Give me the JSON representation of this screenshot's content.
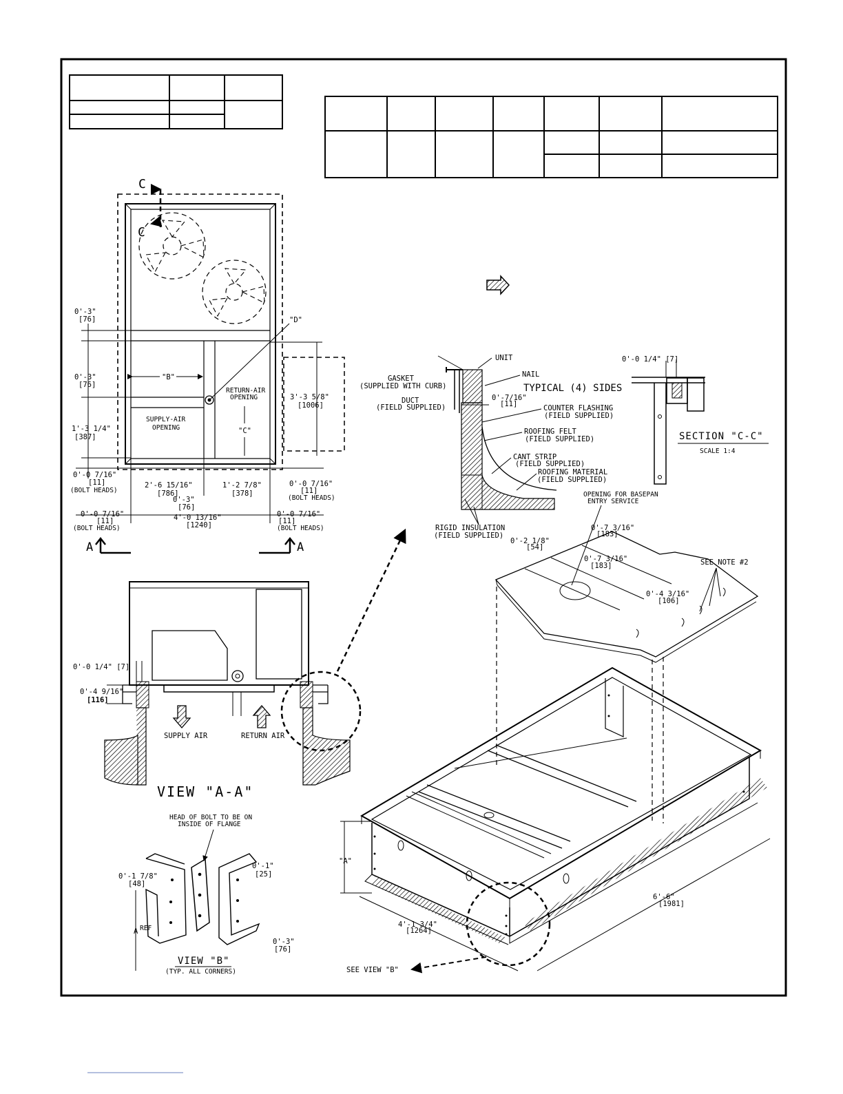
{
  "plan": {
    "section_marker": "C",
    "dim_0_3_top": "0'-3\"",
    "dim_0_3_top_mm": "[76]",
    "dim_0_3_mid": "0'-3\"",
    "dim_0_3_mid_mm": "[76]",
    "dim_1_3_1_4": "1'-3 1/4\"",
    "dim_1_3_1_4_mm": "[387]",
    "label_B": "\"B\"",
    "label_C": "\"C\"",
    "label_D": "\"D\"",
    "return_air_1": "RETURN-AIR",
    "return_air_2": "OPENING",
    "supply_air_1": "SUPPLY-AIR",
    "supply_air_2": "OPENING",
    "dim_3_3_5_8": "3'-3 5/8\"",
    "dim_3_3_5_8_mm": "[1006]",
    "bolt_left_1": "0'-0 7/16\"",
    "bolt_left_1_mm": "[11]",
    "bolt_left_1_note": "(BOLT HEADS)",
    "dim_2_6": "2'-6 15/16\"",
    "dim_2_6_mm": "[786]",
    "dim_1_2_7_8": "1'-2 7/8\"",
    "dim_1_2_7_8_mm": "[378]",
    "bolt_right_1": "0'-0 7/16\"",
    "bolt_right_1_mm": "[11]",
    "bolt_right_1_note": "(BOLT HEADS)",
    "dim_0_3_bottom": "0'-3\"",
    "dim_0_3_bottom_mm": "[76]",
    "bolt_left_2": "0'-0 7/16\"",
    "bolt_left_2_mm": "[11]",
    "bolt_left_2_note": "(BOLT HEADS)",
    "dim_4_0": "4'-0 13/16\"",
    "dim_4_0_mm": "[1240]",
    "bolt_right_2": "0'-0 7/16\"",
    "bolt_right_2_mm": "[11]",
    "bolt_right_2_note": "(BOLT HEADS)",
    "view_marker": "A"
  },
  "detail": {
    "unit": "UNIT",
    "gasket_1": "GASKET",
    "gasket_2": "(SUPPLIED WITH CURB)",
    "nail": "NAIL",
    "typical": "TYPICAL (4) SIDES",
    "duct_1": "DUCT",
    "duct_2": "(FIELD SUPPLIED)",
    "dim_7_16": "0'-7/16\"",
    "dim_7_16_mm": "[11]",
    "counter_1": "COUNTER FLASHING",
    "counter_2": "(FIELD SUPPLIED)",
    "felt_1": "ROOFING FELT",
    "felt_2": "(FIELD SUPPLIED)",
    "cant_1": "CANT STRIP",
    "cant_2": "(FIELD SUPPLIED)",
    "material_1": "ROOFING MATERIAL",
    "material_2": "(FIELD SUPPLIED)",
    "rigid_1": "RIGID INSULATION",
    "rigid_2": "(FIELD SUPPLIED)"
  },
  "section_cc": {
    "dim": "0'-0 1/4\" [7]",
    "title": "SECTION \"C-C\"",
    "scale": "SCALE 1:4"
  },
  "view_aa": {
    "dim_1_4": "0'-0 1/4\" [7]",
    "dim_4_9_16": "0'-4 9/16\"",
    "dim_4_9_16_mm": "[116]",
    "supply": "SUPPLY AIR",
    "return": "RETURN AIR",
    "title": "VIEW \"A-A\""
  },
  "view_b": {
    "note_1": "HEAD OF BOLT TO BE ON",
    "note_2": "INSIDE OF FLANGE",
    "dim_1_7_8": "0'-1 7/8\"",
    "dim_1_7_8_mm": "[48]",
    "dim_0_1": "0'-1\"",
    "dim_0_1_mm": "[25]",
    "a_ref": "A",
    "ref": "REF",
    "dim_0_3": "0'-3\"",
    "dim_0_3_mm": "[76]",
    "title": "VIEW \"B\"",
    "subtitle": "(TYP. ALL CORNERS)"
  },
  "iso": {
    "basepan_1": "OPENING FOR BASEPAN",
    "basepan_2": "ENTRY SERVICE",
    "dim_7_3_16_a": "0'-7 3/16\"",
    "dim_7_3_16_a_mm": "[183]",
    "dim_2_1_8": "0'-2 1/8\"",
    "dim_2_1_8_mm": "[54]",
    "dim_7_3_16_b": "0'-7 3/16\"",
    "dim_7_3_16_b_mm": "[183]",
    "see_note": "SEE NOTE #2",
    "dim_4_3_16": "0'-4 3/16\"",
    "dim_4_3_16_mm": "[106]",
    "label_A": "\"A\"",
    "dim_6_6": "6'-6\"",
    "dim_6_6_mm": "[1981]",
    "dim_4_1_3_4": "4'-1 3/4\"",
    "dim_4_1_3_4_mm": "[1264]",
    "see_view_b": "SEE VIEW \"B\""
  }
}
